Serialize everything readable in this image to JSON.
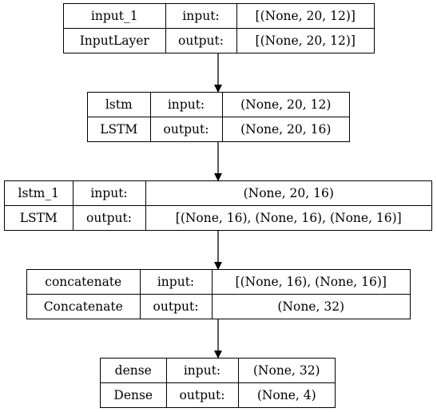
{
  "layers": [
    {
      "name": "input_1",
      "type": "InputLayer",
      "input_label": "input:",
      "input_shape": "[(None, 20, 12)]",
      "output_label": "output:",
      "output_shape": "[(None, 20, 12)]"
    },
    {
      "name": "lstm",
      "type": "LSTM",
      "input_label": "input:",
      "input_shape": "(None, 20, 12)",
      "output_label": "output:",
      "output_shape": "(None, 20, 16)"
    },
    {
      "name": "lstm_1",
      "type": "LSTM",
      "input_label": "input:",
      "input_shape": "(None, 20, 16)",
      "output_label": "output:",
      "output_shape": "[(None, 16), (None, 16), (None, 16)]"
    },
    {
      "name": "concatenate",
      "type": "Concatenate",
      "input_label": "input:",
      "input_shape": "[(None, 16), (None, 16)]",
      "output_label": "output:",
      "output_shape": "(None, 32)"
    },
    {
      "name": "dense",
      "type": "Dense",
      "input_label": "input:",
      "input_shape": "(None, 32)",
      "output_label": "output:",
      "output_shape": "(None, 4)"
    }
  ]
}
